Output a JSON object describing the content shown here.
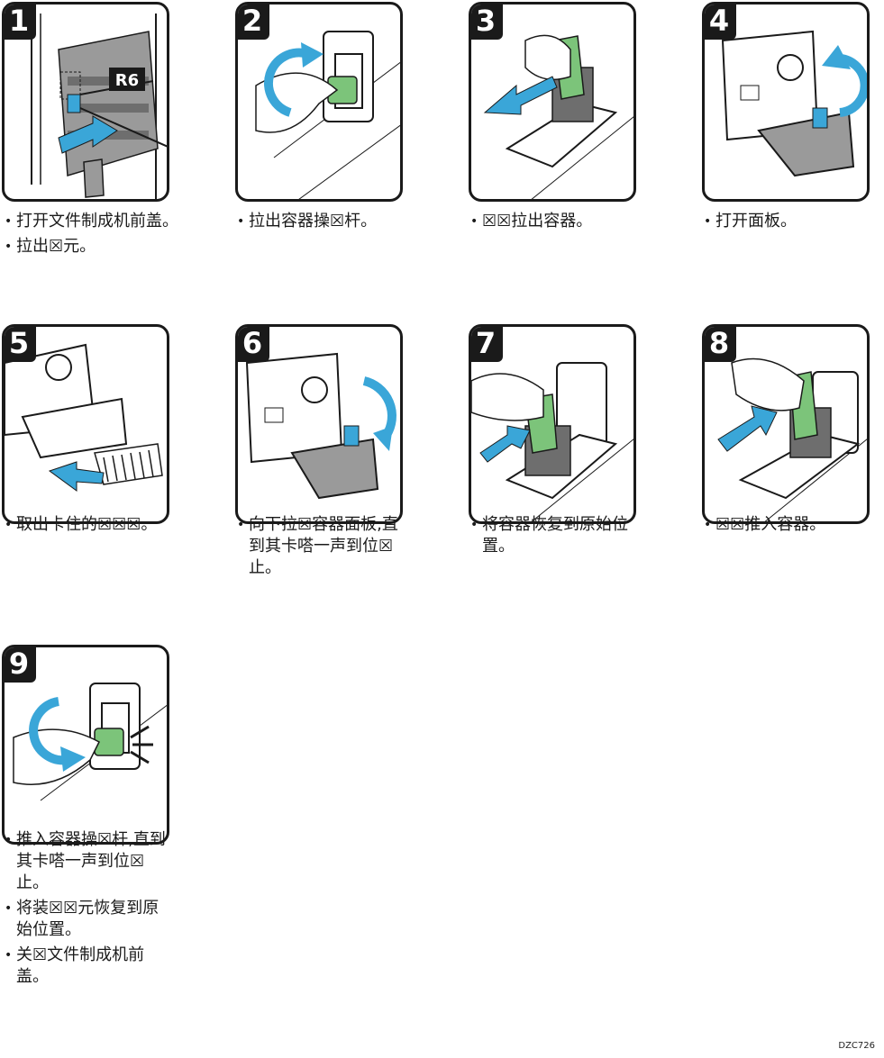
{
  "steps": [
    {
      "number": "1",
      "callout": "R6",
      "lines": [
        "打开文件制成机前盖。",
        "拉出☒元。"
      ]
    },
    {
      "number": "2",
      "lines": [
        "拉出容器操☒杆。"
      ]
    },
    {
      "number": "3",
      "lines": [
        "☒☒拉出容器。"
      ]
    },
    {
      "number": "4",
      "lines": [
        "打开面板。"
      ]
    },
    {
      "number": "5",
      "lines": [
        "取出卡住的☒☒☒。"
      ]
    },
    {
      "number": "6",
      "lines": [
        "向下拉☒容器面板,直到其卡嗒一声到位☒止。"
      ]
    },
    {
      "number": "7",
      "lines": [
        "将容器恢复到原始位置。"
      ]
    },
    {
      "number": "8",
      "lines": [
        "☒☒推入容器。"
      ]
    },
    {
      "number": "9",
      "lines": [
        "推入容器操☒杆,直到其卡嗒一声到位☒止。",
        "将装☒☒元恢复到原始位置。",
        "关☒文件制成机前盖。"
      ]
    }
  ],
  "figure_code": "DZC726",
  "colors": {
    "outline": "#1a1a1a",
    "arrow_blue": "#3aa6d8",
    "part_green": "#7cc47a",
    "body_gray": "#9a9a9a",
    "dark_gray": "#6e6e6e"
  }
}
